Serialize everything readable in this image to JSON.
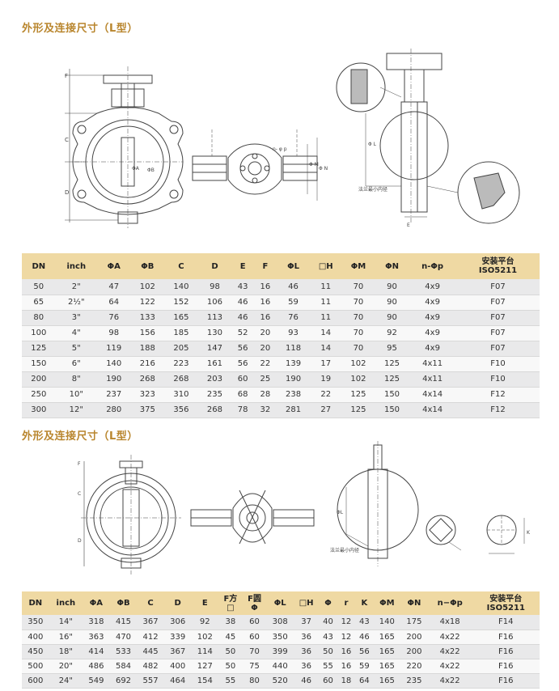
{
  "section1": {
    "title": "外形及连接尺寸（L型）",
    "drawing_labels": {
      "F": "F",
      "C": "C",
      "D": "D",
      "phiA": "ΦA",
      "phiB": "ΦB",
      "np": "n- φ p",
      "phiM": "Φ M",
      "phiN": "Φ N",
      "phiL": "Φ L",
      "E": "E",
      "flange_note": "法兰最小内径"
    },
    "headers": [
      "DN",
      "inch",
      "ΦA",
      "ΦB",
      "C",
      "D",
      "E",
      "F",
      "ΦL",
      "□H",
      "ΦM",
      "ΦN",
      "n-Φp",
      "安装平台",
      "ISO5211"
    ],
    "rows": [
      [
        "50",
        "2\"",
        "47",
        "102",
        "140",
        "98",
        "43",
        "16",
        "46",
        "11",
        "70",
        "90",
        "4x9",
        "F07"
      ],
      [
        "65",
        "2½\"",
        "64",
        "122",
        "152",
        "106",
        "46",
        "16",
        "59",
        "11",
        "70",
        "90",
        "4x9",
        "F07"
      ],
      [
        "80",
        "3\"",
        "76",
        "133",
        "165",
        "113",
        "46",
        "16",
        "76",
        "11",
        "70",
        "90",
        "4x9",
        "F07"
      ],
      [
        "100",
        "4\"",
        "98",
        "156",
        "185",
        "130",
        "52",
        "20",
        "93",
        "14",
        "70",
        "92",
        "4x9",
        "F07"
      ],
      [
        "125",
        "5\"",
        "119",
        "188",
        "205",
        "147",
        "56",
        "20",
        "118",
        "14",
        "70",
        "95",
        "4x9",
        "F07"
      ],
      [
        "150",
        "6\"",
        "140",
        "216",
        "223",
        "161",
        "56",
        "22",
        "139",
        "17",
        "102",
        "125",
        "4x11",
        "F10"
      ],
      [
        "200",
        "8\"",
        "190",
        "268",
        "268",
        "203",
        "60",
        "25",
        "190",
        "19",
        "102",
        "125",
        "4x11",
        "F10"
      ],
      [
        "250",
        "10\"",
        "237",
        "323",
        "310",
        "235",
        "68",
        "28",
        "238",
        "22",
        "125",
        "150",
        "4x14",
        "F12"
      ],
      [
        "300",
        "12\"",
        "280",
        "375",
        "356",
        "268",
        "78",
        "32",
        "281",
        "27",
        "125",
        "150",
        "4x14",
        "F12"
      ]
    ]
  },
  "section2": {
    "title": "外形及连接尺寸（L型）",
    "drawing_labels": {
      "F": "F",
      "C": "C",
      "D": "D",
      "phiL": "ΦL",
      "K": "K",
      "flange_note": "法兰最小内径"
    },
    "headers": [
      "DN",
      "inch",
      "ΦA",
      "ΦB",
      "C",
      "D",
      "E",
      "F方",
      "□",
      "F圆",
      "Φ",
      "ΦL",
      "□H",
      "Φ",
      "r",
      "K",
      "ΦM",
      "ΦN",
      "n−Φp",
      "安装平台",
      "ISO5211"
    ],
    "rows": [
      [
        "350",
        "14\"",
        "318",
        "415",
        "367",
        "306",
        "92",
        "38",
        "60",
        "308",
        "37",
        "40",
        "12",
        "43",
        "140",
        "175",
        "4x18",
        "F14"
      ],
      [
        "400",
        "16\"",
        "363",
        "470",
        "412",
        "339",
        "102",
        "45",
        "60",
        "350",
        "36",
        "43",
        "12",
        "46",
        "165",
        "200",
        "4x22",
        "F16"
      ],
      [
        "450",
        "18\"",
        "414",
        "533",
        "445",
        "367",
        "114",
        "50",
        "70",
        "399",
        "36",
        "50",
        "16",
        "56",
        "165",
        "200",
        "4x22",
        "F16"
      ],
      [
        "500",
        "20\"",
        "486",
        "584",
        "482",
        "400",
        "127",
        "50",
        "75",
        "440",
        "36",
        "55",
        "16",
        "59",
        "165",
        "220",
        "4x22",
        "F16"
      ],
      [
        "600",
        "24\"",
        "549",
        "692",
        "557",
        "464",
        "154",
        "55",
        "80",
        "520",
        "46",
        "60",
        "18",
        "64",
        "165",
        "235",
        "4x22",
        "F16"
      ]
    ]
  }
}
